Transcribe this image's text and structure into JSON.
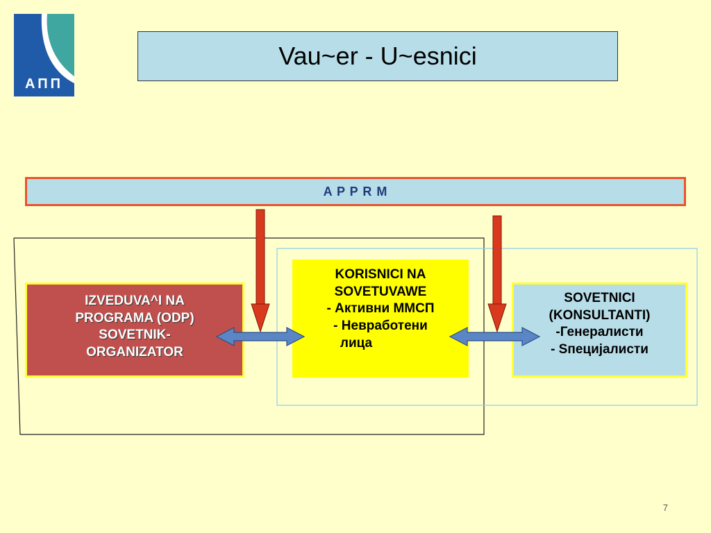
{
  "title": "Vau~er - U~esnici",
  "logo": {
    "text": "АПП"
  },
  "top_bar": {
    "label": "A P P R M"
  },
  "nodes": {
    "odp": {
      "lines": [
        "IZVEDUVA^I NA",
        "PROGRAMA (ODP)",
        "SOVETNIK-",
        "ORGANIZATOR"
      ]
    },
    "users": {
      "lines": [
        "KORISNICI NA",
        "SOVETUVAWE",
        "- Активни ММСП",
        "- Невработени",
        "лица"
      ]
    },
    "consultants": {
      "lines": [
        "SOVETNICI",
        "(KONSULTANTI)",
        "-Генералисти",
        "- Sпецијалисти"
      ]
    }
  },
  "page_number": "7",
  "colors": {
    "background": "#FFFFCC",
    "title_fill": "#B7DDE8",
    "bar_border": "#E8542A",
    "odp_fill": "#C0504D",
    "users_fill": "#FFFF00",
    "consult_fill": "#B7DDE8",
    "down_arrow": "#D9391C",
    "double_arrow": "#5B86C6"
  }
}
